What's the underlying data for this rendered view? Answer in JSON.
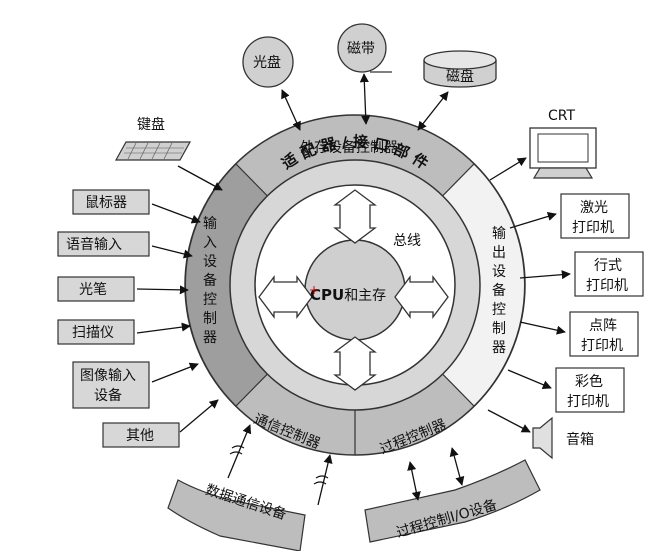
{
  "center": {
    "cpu": "CPU",
    "rest": "和主存"
  },
  "bus_label": "总线",
  "adapter_label": [
    "适",
    "配",
    "器",
    "/",
    "接",
    "口",
    "部",
    "件"
  ],
  "ring": {
    "top": "外存设备控制器",
    "left": [
      "输",
      "入",
      "设",
      "备",
      "控",
      "制",
      "器"
    ],
    "right": [
      "输",
      "出",
      "设",
      "备",
      "控",
      "制",
      "器"
    ],
    "bottom_left": "通信控制器",
    "bottom_right": "过程控制器"
  },
  "storage": {
    "disc": "光盘",
    "tape": "磁带",
    "disk": "磁盘"
  },
  "keyboard": "键盘",
  "inputs": [
    "鼠标器",
    "语音输入",
    "光笔",
    "扫描仪",
    "图像输入",
    "设备",
    "其他"
  ],
  "outputs": {
    "crt": "CRT",
    "laser": [
      "激光",
      "打印机"
    ],
    "line": [
      "行式",
      "打印机"
    ],
    "dot": [
      "点阵",
      "打印机"
    ],
    "color": [
      "彩色",
      "打印机"
    ],
    "speaker": "音箱"
  },
  "bottom": {
    "comm_device": "数据通信设备",
    "process_io": "过程控制I/O设备"
  },
  "colors": {
    "ring": "#bdbdbd",
    "ring_dark": "#9e9e9e",
    "ring_light": "#f2f2f2",
    "inner": "#d7d7d7",
    "stroke": "#333333"
  }
}
